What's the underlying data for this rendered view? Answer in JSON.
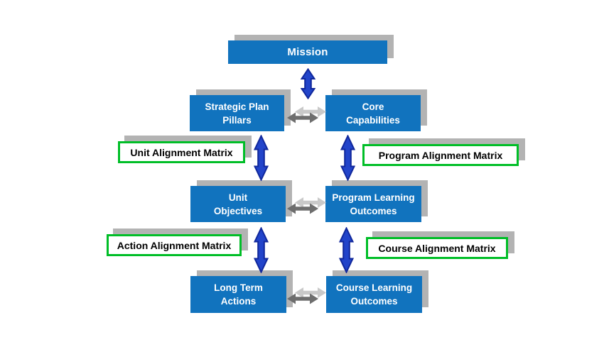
{
  "diagram": {
    "type": "alignment-flow-diagram",
    "boxes": {
      "mission": "Mission",
      "strategic_plan_pillars": "Strategic Plan\nPillars",
      "core_capabilities": "Core\nCapabilities",
      "unit_objectives": "Unit\nObjectives",
      "program_learning_outcomes": "Program Learning\nOutcomes",
      "long_term_actions": "Long Term\nActions",
      "course_learning_outcomes": "Course Learning\nOutcomes"
    },
    "matrix_labels": {
      "unit": "Unit Alignment Matrix",
      "program": "Program Alignment Matrix",
      "action": "Action Alignment Matrix",
      "course": "Course Alignment Matrix"
    },
    "connections": [
      {
        "from": "Mission",
        "to": "Strategic Plan Pillars / Core Capabilities",
        "style": "vertical-double-arrow"
      },
      {
        "from": "Strategic Plan Pillars",
        "to": "Core Capabilities",
        "style": "horizontal-double-arrow"
      },
      {
        "from": "Strategic Plan Pillars",
        "to": "Unit Objectives",
        "style": "vertical-double-arrow"
      },
      {
        "from": "Core Capabilities",
        "to": "Program Learning Outcomes",
        "style": "vertical-double-arrow"
      },
      {
        "from": "Unit Objectives",
        "to": "Program Learning Outcomes",
        "style": "horizontal-double-arrow"
      },
      {
        "from": "Unit Objectives",
        "to": "Long Term Actions",
        "style": "vertical-double-arrow"
      },
      {
        "from": "Program Learning Outcomes",
        "to": "Course Learning Outcomes",
        "style": "vertical-double-arrow"
      },
      {
        "from": "Long Term Actions",
        "to": "Course Learning Outcomes",
        "style": "horizontal-double-arrow"
      }
    ],
    "colors": {
      "box_blue": "#1173be",
      "box_text": "#ffffff",
      "matrix_border_green": "#00be27",
      "matrix_text": "#000000",
      "arrow_blue_fill": "#2244ca",
      "arrow_blue_outline": "#10279b",
      "arrow_gray_light": "#c9c9c9",
      "arrow_gray_dark": "#6e6e6e",
      "shadow_gray": "#b3b3b3",
      "background": "#ffffff"
    }
  }
}
